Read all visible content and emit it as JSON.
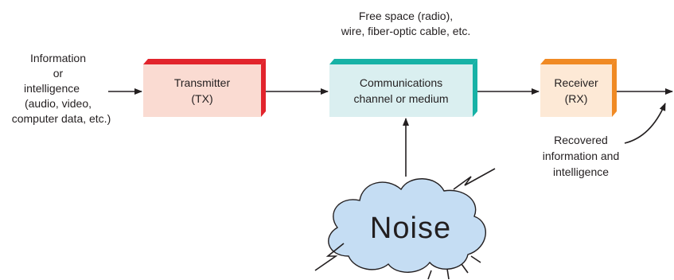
{
  "input_label": [
    "Information",
    "or",
    "intelligence",
    "(audio, video,",
    "computer data, etc.)"
  ],
  "channel_note": [
    "Free space (radio),",
    "wire, fiber-optic cable, etc."
  ],
  "blocks": {
    "transmitter": [
      "Transmitter",
      "(TX)"
    ],
    "channel": [
      "Communications",
      "channel or medium"
    ],
    "receiver": [
      "Receiver",
      "(RX)"
    ]
  },
  "output_label": [
    "Recovered",
    "information and",
    "intelligence"
  ],
  "noise_label": "Noise",
  "colors": {
    "transmitter_face": "#fadbd2",
    "transmitter_edge": "#e2242c",
    "channel_face": "#daeff0",
    "channel_edge": "#17b2a6",
    "receiver_face": "#fde9d6",
    "receiver_edge": "#f08a24",
    "cloud_fill": "#c5ddf3",
    "line": "#231f20"
  }
}
